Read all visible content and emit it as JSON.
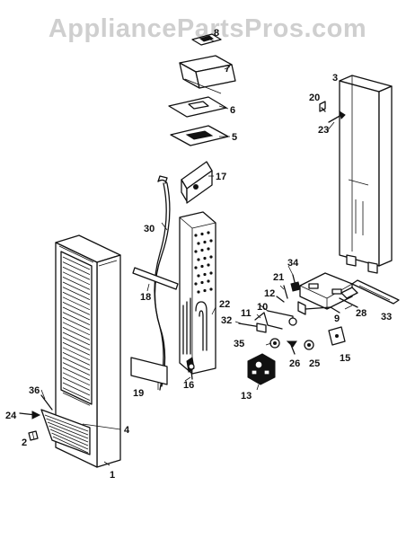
{
  "watermark": "AppliancePartsPros.com",
  "callouts": [
    {
      "id": "8",
      "label": "8"
    },
    {
      "id": "7",
      "label": "7"
    },
    {
      "id": "6",
      "label": "6"
    },
    {
      "id": "5",
      "label": "5"
    },
    {
      "id": "17",
      "label": "17"
    },
    {
      "id": "3",
      "label": "3"
    },
    {
      "id": "20",
      "label": "20"
    },
    {
      "id": "23",
      "label": "23"
    },
    {
      "id": "30",
      "label": "30"
    },
    {
      "id": "34",
      "label": "34"
    },
    {
      "id": "21",
      "label": "21"
    },
    {
      "id": "12",
      "label": "12"
    },
    {
      "id": "18",
      "label": "18"
    },
    {
      "id": "22",
      "label": "22"
    },
    {
      "id": "10",
      "label": "10"
    },
    {
      "id": "11",
      "label": "11"
    },
    {
      "id": "9",
      "label": "9"
    },
    {
      "id": "28",
      "label": "28"
    },
    {
      "id": "33",
      "label": "33"
    },
    {
      "id": "32",
      "label": "32"
    },
    {
      "id": "35",
      "label": "35"
    },
    {
      "id": "26",
      "label": "26"
    },
    {
      "id": "25",
      "label": "25"
    },
    {
      "id": "15",
      "label": "15"
    },
    {
      "id": "19",
      "label": "19"
    },
    {
      "id": "16",
      "label": "16"
    },
    {
      "id": "13",
      "label": "13"
    },
    {
      "id": "36",
      "label": "36"
    },
    {
      "id": "24",
      "label": "24"
    },
    {
      "id": "4",
      "label": "4"
    },
    {
      "id": "2",
      "label": "2"
    },
    {
      "id": "1",
      "label": "1"
    }
  ]
}
